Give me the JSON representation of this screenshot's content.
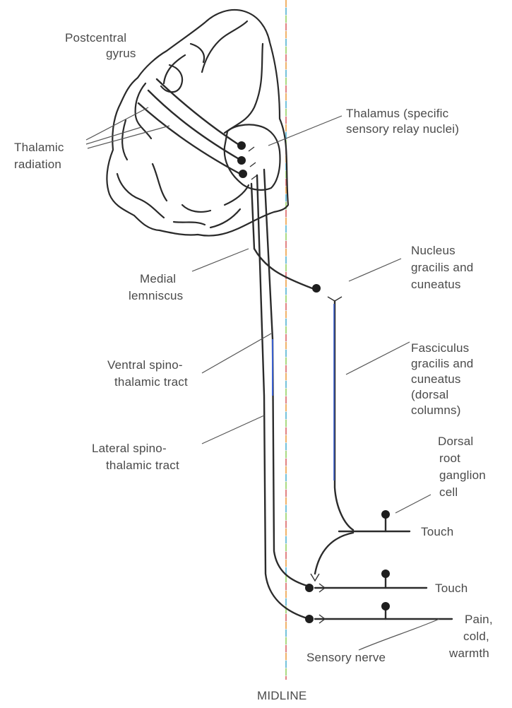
{
  "labels": {
    "postcentral_1": "Postcentral",
    "postcentral_2": "gyrus",
    "thalamic_radiation_1": "Thalamic",
    "thalamic_radiation_2": "radiation",
    "thalamus_1": "Thalamus (specific",
    "thalamus_2": "sensory relay nuclei)",
    "nucleus_1": "Nucleus",
    "nucleus_2": "gracilis and",
    "nucleus_3": "cuneatus",
    "medial_lemniscus_1": "Medial",
    "medial_lemniscus_2": "lemniscus",
    "fasciculus_1": "Fasciculus",
    "fasciculus_2": "gracilis and",
    "fasciculus_3": "cuneatus",
    "fasciculus_4": "(dorsal",
    "fasciculus_5": "columns)",
    "ventral_1": "Ventral spino-",
    "ventral_2": "thalamic tract",
    "lateral_1": "Lateral spino-",
    "lateral_2": "thalamic tract",
    "dorsal_root_1": "Dorsal",
    "dorsal_root_2": "root",
    "dorsal_root_3": "ganglion",
    "dorsal_root_4": "cell",
    "touch_upper": "Touch",
    "touch_lower": "Touch",
    "pain_1": "Pain,",
    "pain_2": "cold,",
    "pain_3": "warmth",
    "sensory_nerve": "Sensory nerve",
    "midline": "MIDLINE"
  },
  "colors": {
    "ink": "#2b2b2b",
    "label": "#4a4a4a",
    "blue_tract": "#3a5fcd",
    "midline_dash": [
      "#f2a54a",
      "#58b8d8",
      "#9ad86a",
      "#e06a6a"
    ]
  }
}
